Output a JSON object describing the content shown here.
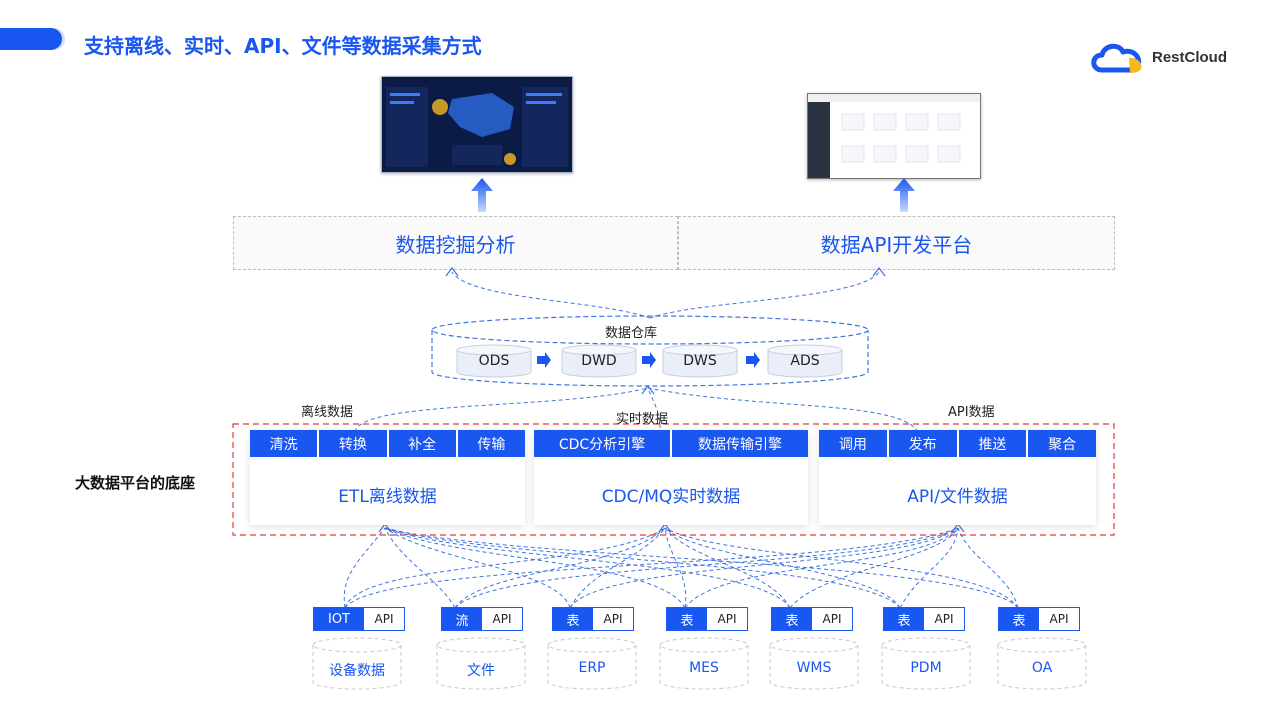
{
  "title": "支持离线、实时、API、文件等数据采集方式",
  "brand": {
    "name": "RestCloud",
    "colors": {
      "blue": "#1a56f0",
      "yellow": "#f5b820"
    }
  },
  "top_layer": {
    "left": "数据挖掘分析",
    "right": "数据API开发平台"
  },
  "warehouse": {
    "label": "数据仓库",
    "stages": [
      "ODS",
      "DWD",
      "DWS",
      "ADS"
    ]
  },
  "flow_labels": {
    "offline": "离线数据",
    "realtime": "实时数据",
    "api": "API数据"
  },
  "foundation_label": "大数据平台的底座",
  "cards": [
    {
      "chips": [
        "清洗",
        "转换",
        "补全",
        "传输"
      ],
      "label": "ETL离线数据"
    },
    {
      "chips": [
        "CDC分析引擎",
        "数据传输引擎"
      ],
      "label": "CDC/MQ实时数据"
    },
    {
      "chips": [
        "调用",
        "发布",
        "推送",
        "聚合"
      ],
      "label": "API/文件数据"
    }
  ],
  "sources": [
    {
      "a": "IOT",
      "b": "API",
      "label": "设备数据"
    },
    {
      "a": "流",
      "b": "API",
      "label": "文件"
    },
    {
      "a": "表",
      "b": "API",
      "label": "ERP"
    },
    {
      "a": "表",
      "b": "API",
      "label": "MES"
    },
    {
      "a": "表",
      "b": "API",
      "label": "WMS"
    },
    {
      "a": "表",
      "b": "API",
      "label": "PDM"
    },
    {
      "a": "表",
      "b": "API",
      "label": "OA"
    }
  ]
}
